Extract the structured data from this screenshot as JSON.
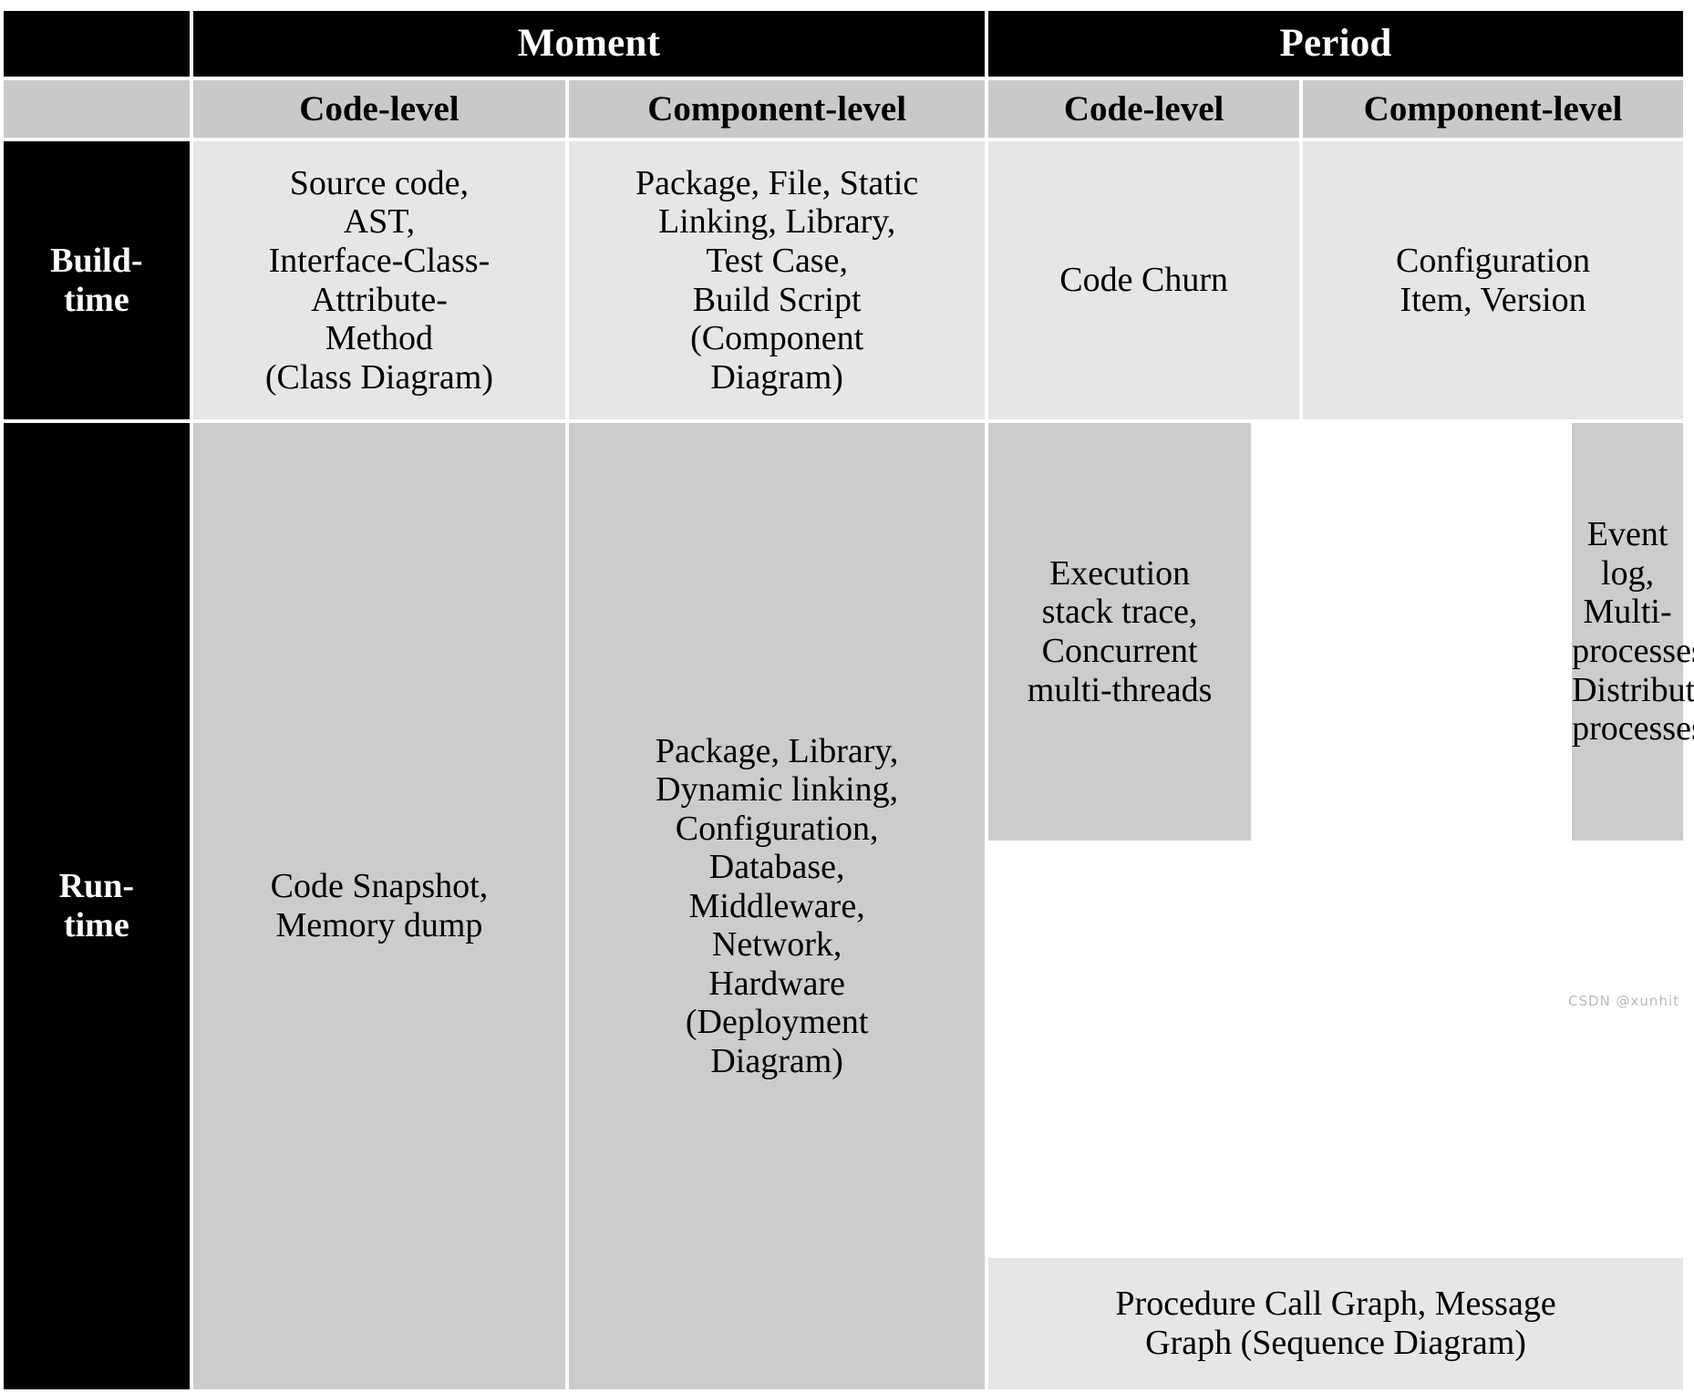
{
  "table": {
    "header_top": {
      "corner_label": "",
      "groups": [
        {
          "label": "Moment",
          "span": 2
        },
        {
          "label": "Period",
          "span": 2
        }
      ]
    },
    "header_sub": {
      "corner_label": "",
      "labels": [
        "Code-level",
        "Component-level",
        "Code-level",
        "Component-level"
      ]
    },
    "rows": [
      {
        "label": "Build-\ntime",
        "moment_code_level": "Source code,\nAST,\nInterface-Class-\nAttribute-\nMethod\n(Class Diagram)",
        "moment_component_level": "Package, File, Static\nLinking, Library,\nTest Case,\nBuild Script\n(Component\nDiagram)",
        "period_code_level": "Code Churn",
        "period_component_level": "Configuration\nItem, Version",
        "period_merged": null
      },
      {
        "label": "Run-\ntime",
        "moment_code_level": "Code Snapshot,\nMemory dump",
        "moment_component_level": "Package, Library,\nDynamic  linking,\nConfiguration,\nDatabase,\nMiddleware,\nNetwork,\nHardware\n(Deployment\nDiagram)",
        "period_code_level": "Execution\nstack trace,\nConcurrent\nmulti-threads",
        "period_component_level": "Event log,\nMulti-processes,\nDistributed\nprocesses",
        "period_merged": "Procedure Call Graph, Message\nGraph (Sequence Diagram)"
      }
    ]
  },
  "watermark": {
    "text": "CSDN @xunhit"
  },
  "colors": {
    "header_band": "#000000",
    "header_text": "#ffffff",
    "subheader_band": "#c9c9c9",
    "cell_light": "#e6e6e6",
    "cell_mid": "#cccccc",
    "grid_gap": "#ffffff"
  }
}
